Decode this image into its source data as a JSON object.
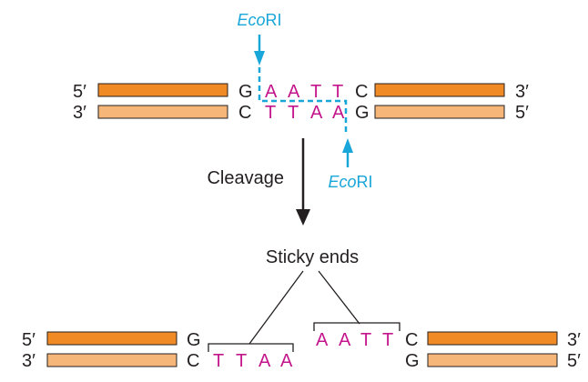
{
  "top": {
    "strand1": {
      "left_end": "5′",
      "right_end": "3′",
      "left_base": "G",
      "site": [
        "A",
        "A",
        "T",
        "T"
      ],
      "right_base": "C"
    },
    "strand2": {
      "left_end": "3′",
      "right_end": "5′",
      "left_base": "C",
      "site": [
        "T",
        "T",
        "A",
        "A"
      ],
      "right_base": "G"
    },
    "enzyme_top": {
      "italic": "Eco",
      "plain": "RI"
    },
    "enzyme_bottom": {
      "italic": "Eco",
      "plain": "RI"
    }
  },
  "step_label": "Cleavage",
  "sticky_label": "Sticky ends",
  "bottom": {
    "left": {
      "strand1": {
        "end": "5′",
        "base": "G"
      },
      "strand2": {
        "end": "3′",
        "base": "C",
        "overhang": [
          "T",
          "T",
          "A",
          "A"
        ]
      }
    },
    "right": {
      "strand1": {
        "end": "3′",
        "base": "C",
        "overhang": [
          "A",
          "A",
          "T",
          "T"
        ]
      },
      "strand2": {
        "end": "5′",
        "base": "G"
      }
    }
  },
  "colors": {
    "strand_dark": "#f08a24",
    "strand_light": "#f6b67a",
    "site_bases": "#c4168c",
    "enzyme": "#19a6d8",
    "text": "#231f20"
  }
}
